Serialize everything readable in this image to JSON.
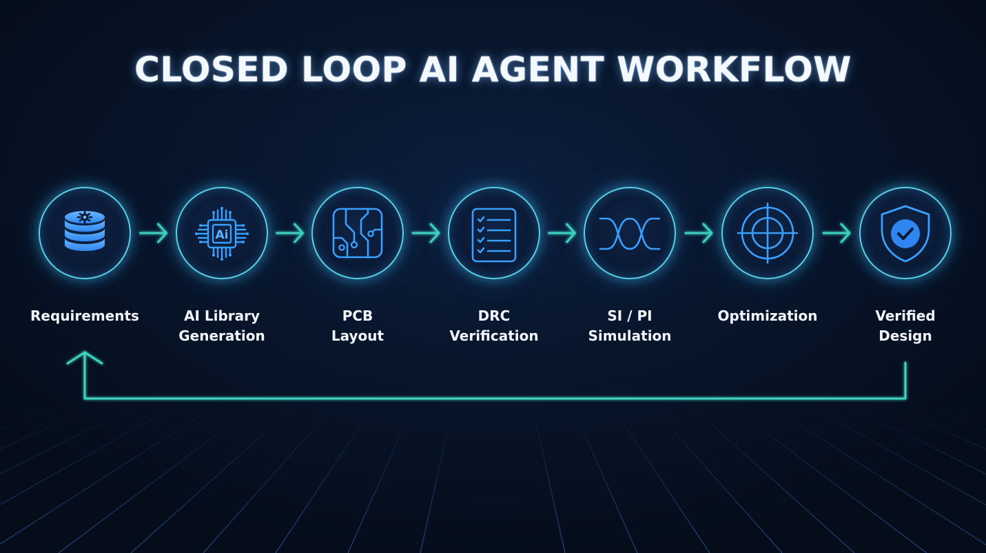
{
  "title": "CLOSED LOOP AI AGENT WORKFLOW",
  "colors": {
    "accent_teal": "#3fd3c0",
    "icon_blue": "#3aa0ff",
    "ring": "#5ad0e6",
    "background": "#06101f"
  },
  "steps": [
    {
      "id": "requirements",
      "icon": "database-gear-icon",
      "lines": [
        "Requirements"
      ]
    },
    {
      "id": "ai-library-generation",
      "icon": "ai-chip-icon",
      "lines": [
        "AI Library",
        "Generation"
      ]
    },
    {
      "id": "pcb-layout",
      "icon": "pcb-board-icon",
      "lines": [
        "PCB",
        "Layout"
      ]
    },
    {
      "id": "drc-verification",
      "icon": "checklist-icon",
      "lines": [
        "DRC",
        "Verification"
      ]
    },
    {
      "id": "si-pi-simulation",
      "icon": "eye-diagram-icon",
      "lines": [
        "SI / PI",
        "Simulation"
      ]
    },
    {
      "id": "optimization",
      "icon": "crosshair-target-icon",
      "lines": [
        "Optimization"
      ]
    },
    {
      "id": "verified-design",
      "icon": "shield-check-icon",
      "lines": [
        "Verified",
        "Design"
      ]
    }
  ],
  "feedback_loop": {
    "from": "verified-design",
    "to": "requirements"
  }
}
